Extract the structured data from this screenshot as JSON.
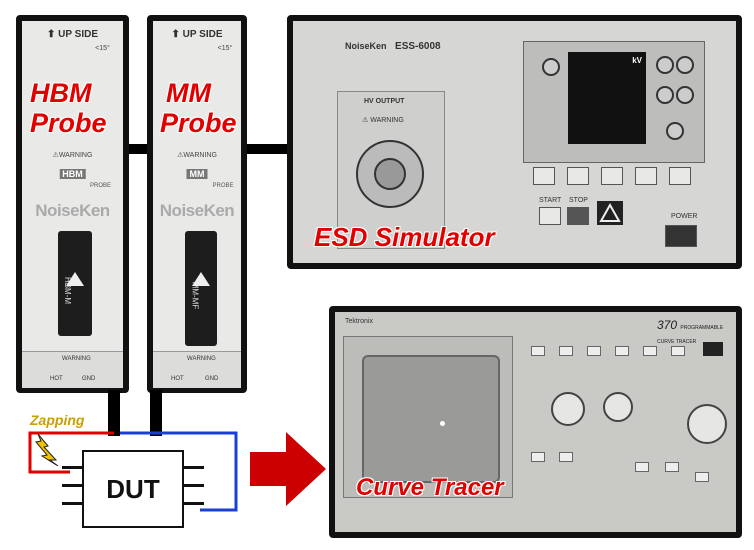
{
  "labels": {
    "hbm_probe_line1": "HBM",
    "hbm_probe_line2": "Probe",
    "mm_probe_line1": "MM",
    "mm_probe_line2": "Probe",
    "esd_simulator": "ESD Simulator",
    "curve_tracer": "Curve Tracer",
    "zapping": "Zapping",
    "dut": "DUT"
  },
  "hbm_panel": {
    "up_side": "⬆ UP SIDE",
    "angle": "<15°",
    "warning": "⚠WARNING",
    "tag": "HBM",
    "tag_suffix": "PROBE",
    "logo": "NoiseKen",
    "module_label": "HBM-M",
    "bottom_warning": "WARNING",
    "hot": "HOT",
    "gnd": "GND"
  },
  "mm_panel": {
    "up_side": "⬆ UP SIDE",
    "angle": "<15°",
    "warning": "⚠WARNING",
    "tag": "MM",
    "tag_suffix": "PROBE",
    "logo": "NoiseKen",
    "module_label": "MM-MF",
    "bottom_warning": "WARNING",
    "hot": "HOT",
    "gnd": "GND"
  },
  "esd_panel": {
    "brand": "NoiseKen",
    "model": "ESS-6008",
    "hv_output": "HV OUTPUT",
    "warning": "⚠ WARNING",
    "kv": "kV",
    "start": "START",
    "stop": "STOP",
    "power": "POWER"
  },
  "ct_panel": {
    "brand": "Tektronix",
    "model": "370",
    "subtitle": "PROGRAMMABLE CURVE TRACER"
  },
  "colors": {
    "label_red": "#e00000",
    "arrow_red": "#cc0000",
    "wire_red": "#e00000",
    "wire_blue": "#1a3fd6",
    "zapping_text": "#c8a000"
  }
}
